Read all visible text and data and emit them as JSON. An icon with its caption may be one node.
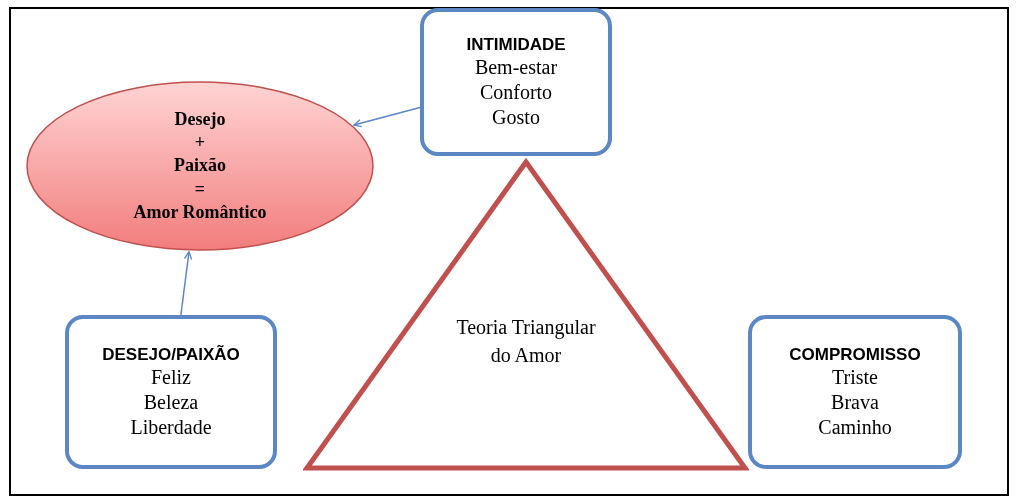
{
  "diagram": {
    "nodes": [
      {
        "text": [
          "Desejo",
          "+",
          "Paixão",
          "=",
          "Amor Romântico"
        ]
      },
      {
        "text": [
          "INTIMIDADE",
          "Bem-estar Conforto Gosto"
        ]
      },
      {
        "text": [
          "Teoria Triangular do Amor"
        ]
      },
      {
        "text": [
          "DESEJO/PAIXÃO",
          "Feliz Beleza Liberdade"
        ]
      },
      {
        "text": [
          "COMPROMISSO",
          "Triste Brava Caminho"
        ]
      }
    ],
    "edges": [
      {
        "from": 1,
        "to": 0,
        "arrow": "to"
      },
      {
        "from": 3,
        "to": 0,
        "arrow": "to"
      }
    ]
  }
}
